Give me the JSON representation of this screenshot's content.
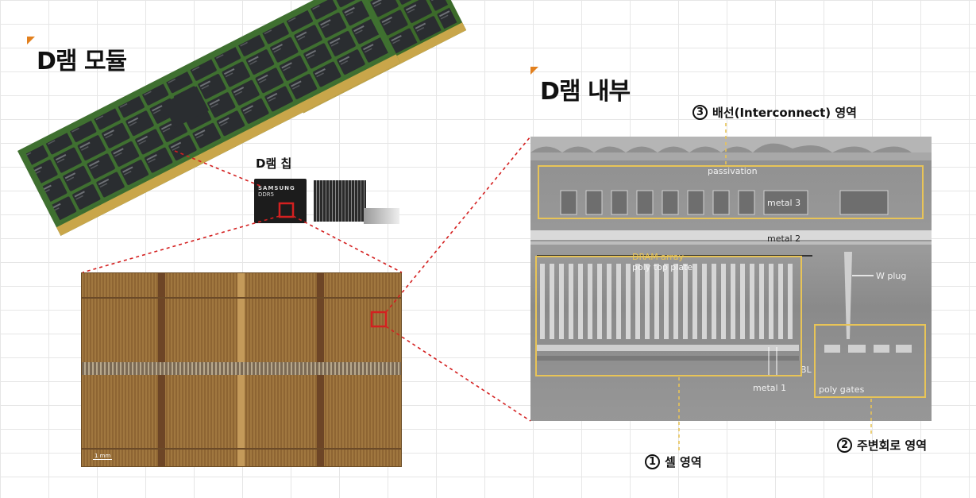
{
  "titles": {
    "module": "D램 모듈",
    "inside": "D램 내부",
    "chip": "D램 칩"
  },
  "module_chip_text": "SAMSUNG",
  "chip": {
    "brand": "SAMSUNG",
    "model": "DDR5"
  },
  "die": {
    "scale_bar": "1 mm"
  },
  "sem": {
    "passivation": "passivation",
    "metal3": "metal 3",
    "metal2": "metal 2",
    "dram_array": "DRAM array",
    "poly_top_plate": "poly top plate",
    "w_plug": "W plug",
    "metal1": "metal 1",
    "poly_gates": "poly gates",
    "bl": "BL"
  },
  "regions": {
    "interconnect": {
      "number": "3",
      "label": "배선(Interconnect) 영역"
    },
    "cell": {
      "number": "1",
      "label": "셀 영역"
    },
    "peripheral": {
      "number": "2",
      "label": "주변회로 영역"
    }
  },
  "colors": {
    "accent": "#e2801e",
    "pointer": "#d42020",
    "highlight_box": "#e8c457"
  }
}
